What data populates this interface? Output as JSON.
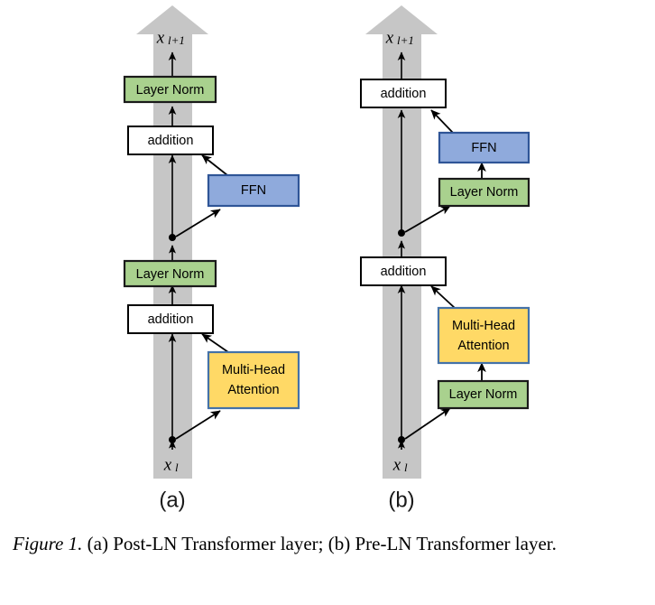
{
  "figure": {
    "caption_prefix": "Figure 1.",
    "caption_body": " (a) Post-LN Transformer layer; (b) Pre-LN Transformer layer.",
    "input_label": "x",
    "input_sub": "l",
    "output_label": "x",
    "output_sub": "l+1"
  },
  "colors": {
    "layer_norm_fill": "#a9d18e",
    "layer_norm_stroke": "#1a1a1a",
    "ffn_fill": "#8faadc",
    "ffn_stroke": "#2f5597",
    "attention_fill": "#ffd966",
    "attention_stroke": "#4472a8",
    "addition_fill": "#ffffff",
    "addition_stroke": "#000000",
    "residual_stream": "#c6c6c6",
    "arrow": "#000000",
    "text": "#000000"
  },
  "panels": [
    {
      "id": "panel-a",
      "label": "(a)",
      "name": "Post-LN Transformer layer",
      "nodes": [
        {
          "id": "a-layer-norm-top",
          "type": "layer-norm",
          "label": "Layer Norm"
        },
        {
          "id": "a-addition-top",
          "type": "addition",
          "label": "addition"
        },
        {
          "id": "a-ffn",
          "type": "ffn",
          "label": "FFN"
        },
        {
          "id": "a-layer-norm-bottom",
          "type": "layer-norm",
          "label": "Layer Norm"
        },
        {
          "id": "a-addition-bottom",
          "type": "addition",
          "label": "addition"
        },
        {
          "id": "a-attention",
          "type": "attention",
          "label": "Multi-Head\nAttention",
          "line1": "Multi-Head",
          "line2": "Attention"
        }
      ]
    },
    {
      "id": "panel-b",
      "label": "(b)",
      "name": "Pre-LN Transformer layer",
      "nodes": [
        {
          "id": "b-addition-top",
          "type": "addition",
          "label": "addition"
        },
        {
          "id": "b-ffn",
          "type": "ffn",
          "label": "FFN"
        },
        {
          "id": "b-layer-norm-top",
          "type": "layer-norm",
          "label": "Layer Norm"
        },
        {
          "id": "b-addition-bottom",
          "type": "addition",
          "label": "addition"
        },
        {
          "id": "b-attention",
          "type": "attention",
          "label": "Multi-Head\nAttention",
          "line1": "Multi-Head",
          "line2": "Attention"
        },
        {
          "id": "b-layer-norm-bottom",
          "type": "layer-norm",
          "label": "Layer Norm"
        }
      ]
    }
  ]
}
